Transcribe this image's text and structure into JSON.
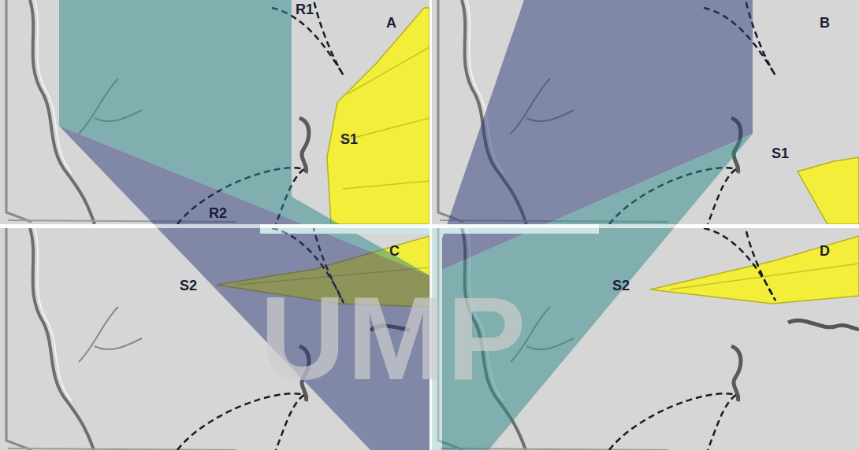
{
  "diagram": {
    "labels": [
      "R1",
      "A",
      "S1",
      "R2",
      "B",
      "S1",
      "S2",
      "C",
      "S2",
      "D",
      "UMP"
    ]
  }
}
